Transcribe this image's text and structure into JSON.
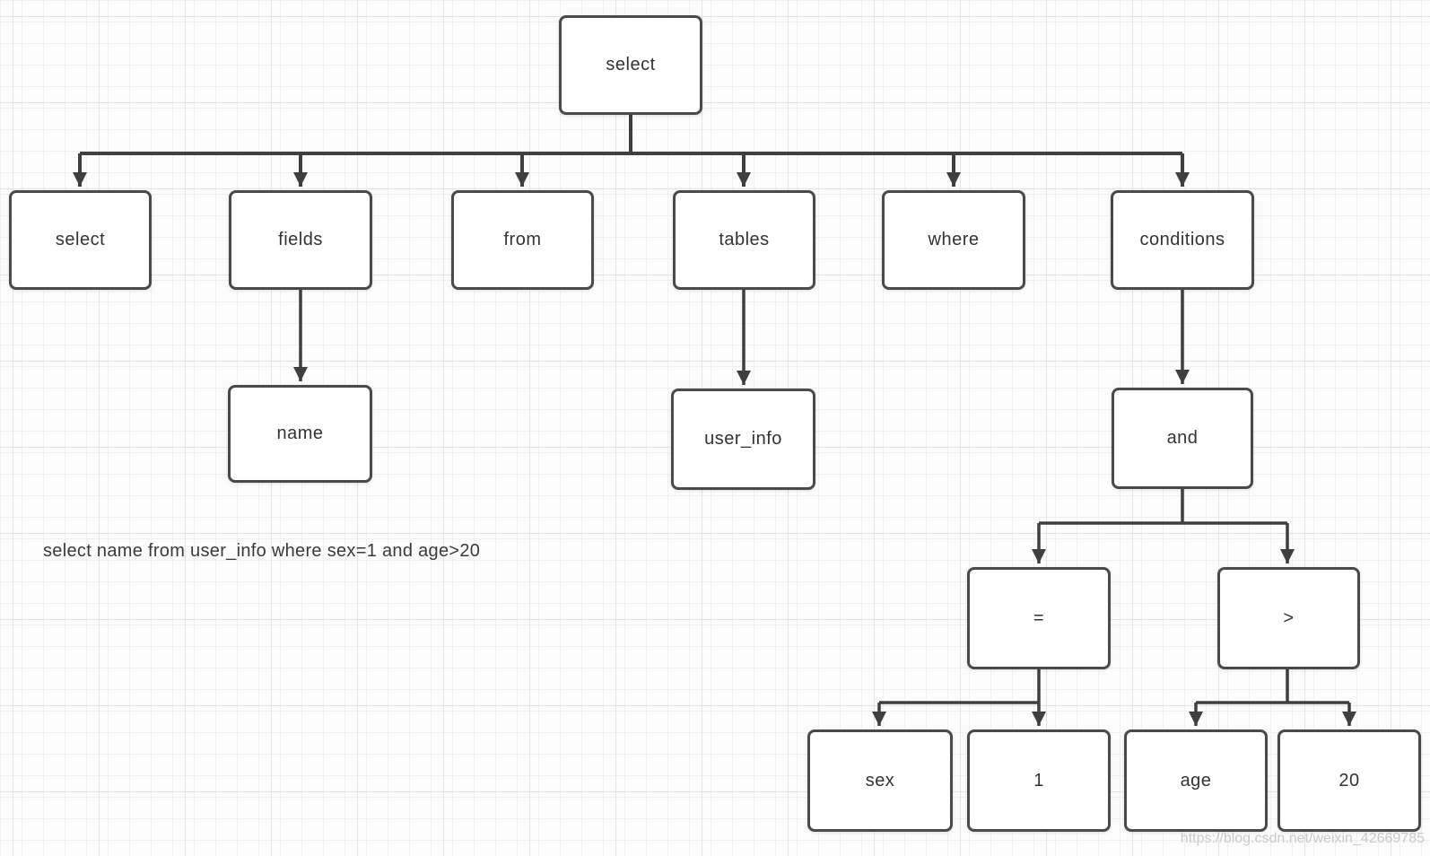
{
  "diagram": {
    "sql_text": "select name from user_info where sex=1 and age>20",
    "watermark": "https://blog.csdn.net/weixin_42669785",
    "nodes": {
      "root": {
        "label": "select"
      },
      "select": {
        "label": "select"
      },
      "fields": {
        "label": "fields"
      },
      "from": {
        "label": "from"
      },
      "tables": {
        "label": "tables"
      },
      "where": {
        "label": "where"
      },
      "conditions": {
        "label": "conditions"
      },
      "name": {
        "label": "name"
      },
      "user_info": {
        "label": "user_info"
      },
      "and": {
        "label": "and"
      },
      "eq": {
        "label": "="
      },
      "gt": {
        "label": ">"
      },
      "sex": {
        "label": "sex"
      },
      "one": {
        "label": "1"
      },
      "age": {
        "label": "age"
      },
      "twenty": {
        "label": "20"
      }
    },
    "edges": [
      {
        "from": "root",
        "to": "select"
      },
      {
        "from": "root",
        "to": "fields"
      },
      {
        "from": "root",
        "to": "from"
      },
      {
        "from": "root",
        "to": "tables"
      },
      {
        "from": "root",
        "to": "where"
      },
      {
        "from": "root",
        "to": "conditions"
      },
      {
        "from": "fields",
        "to": "name"
      },
      {
        "from": "tables",
        "to": "user_info"
      },
      {
        "from": "conditions",
        "to": "and"
      },
      {
        "from": "and",
        "to": "eq"
      },
      {
        "from": "and",
        "to": "gt"
      },
      {
        "from": "eq",
        "to": "sex"
      },
      {
        "from": "eq",
        "to": "one"
      },
      {
        "from": "gt",
        "to": "age"
      },
      {
        "from": "gt",
        "to": "twenty"
      }
    ],
    "colors": {
      "line": "#3f3f3f",
      "box_border": "#4a4a4a",
      "box_fill": "#ffffff",
      "text": "#333333",
      "watermark": "#c5c5c5",
      "background": "#fcfcfc",
      "grid_minor": "#f0f0f0",
      "grid_major": "#e3e3e3"
    }
  }
}
